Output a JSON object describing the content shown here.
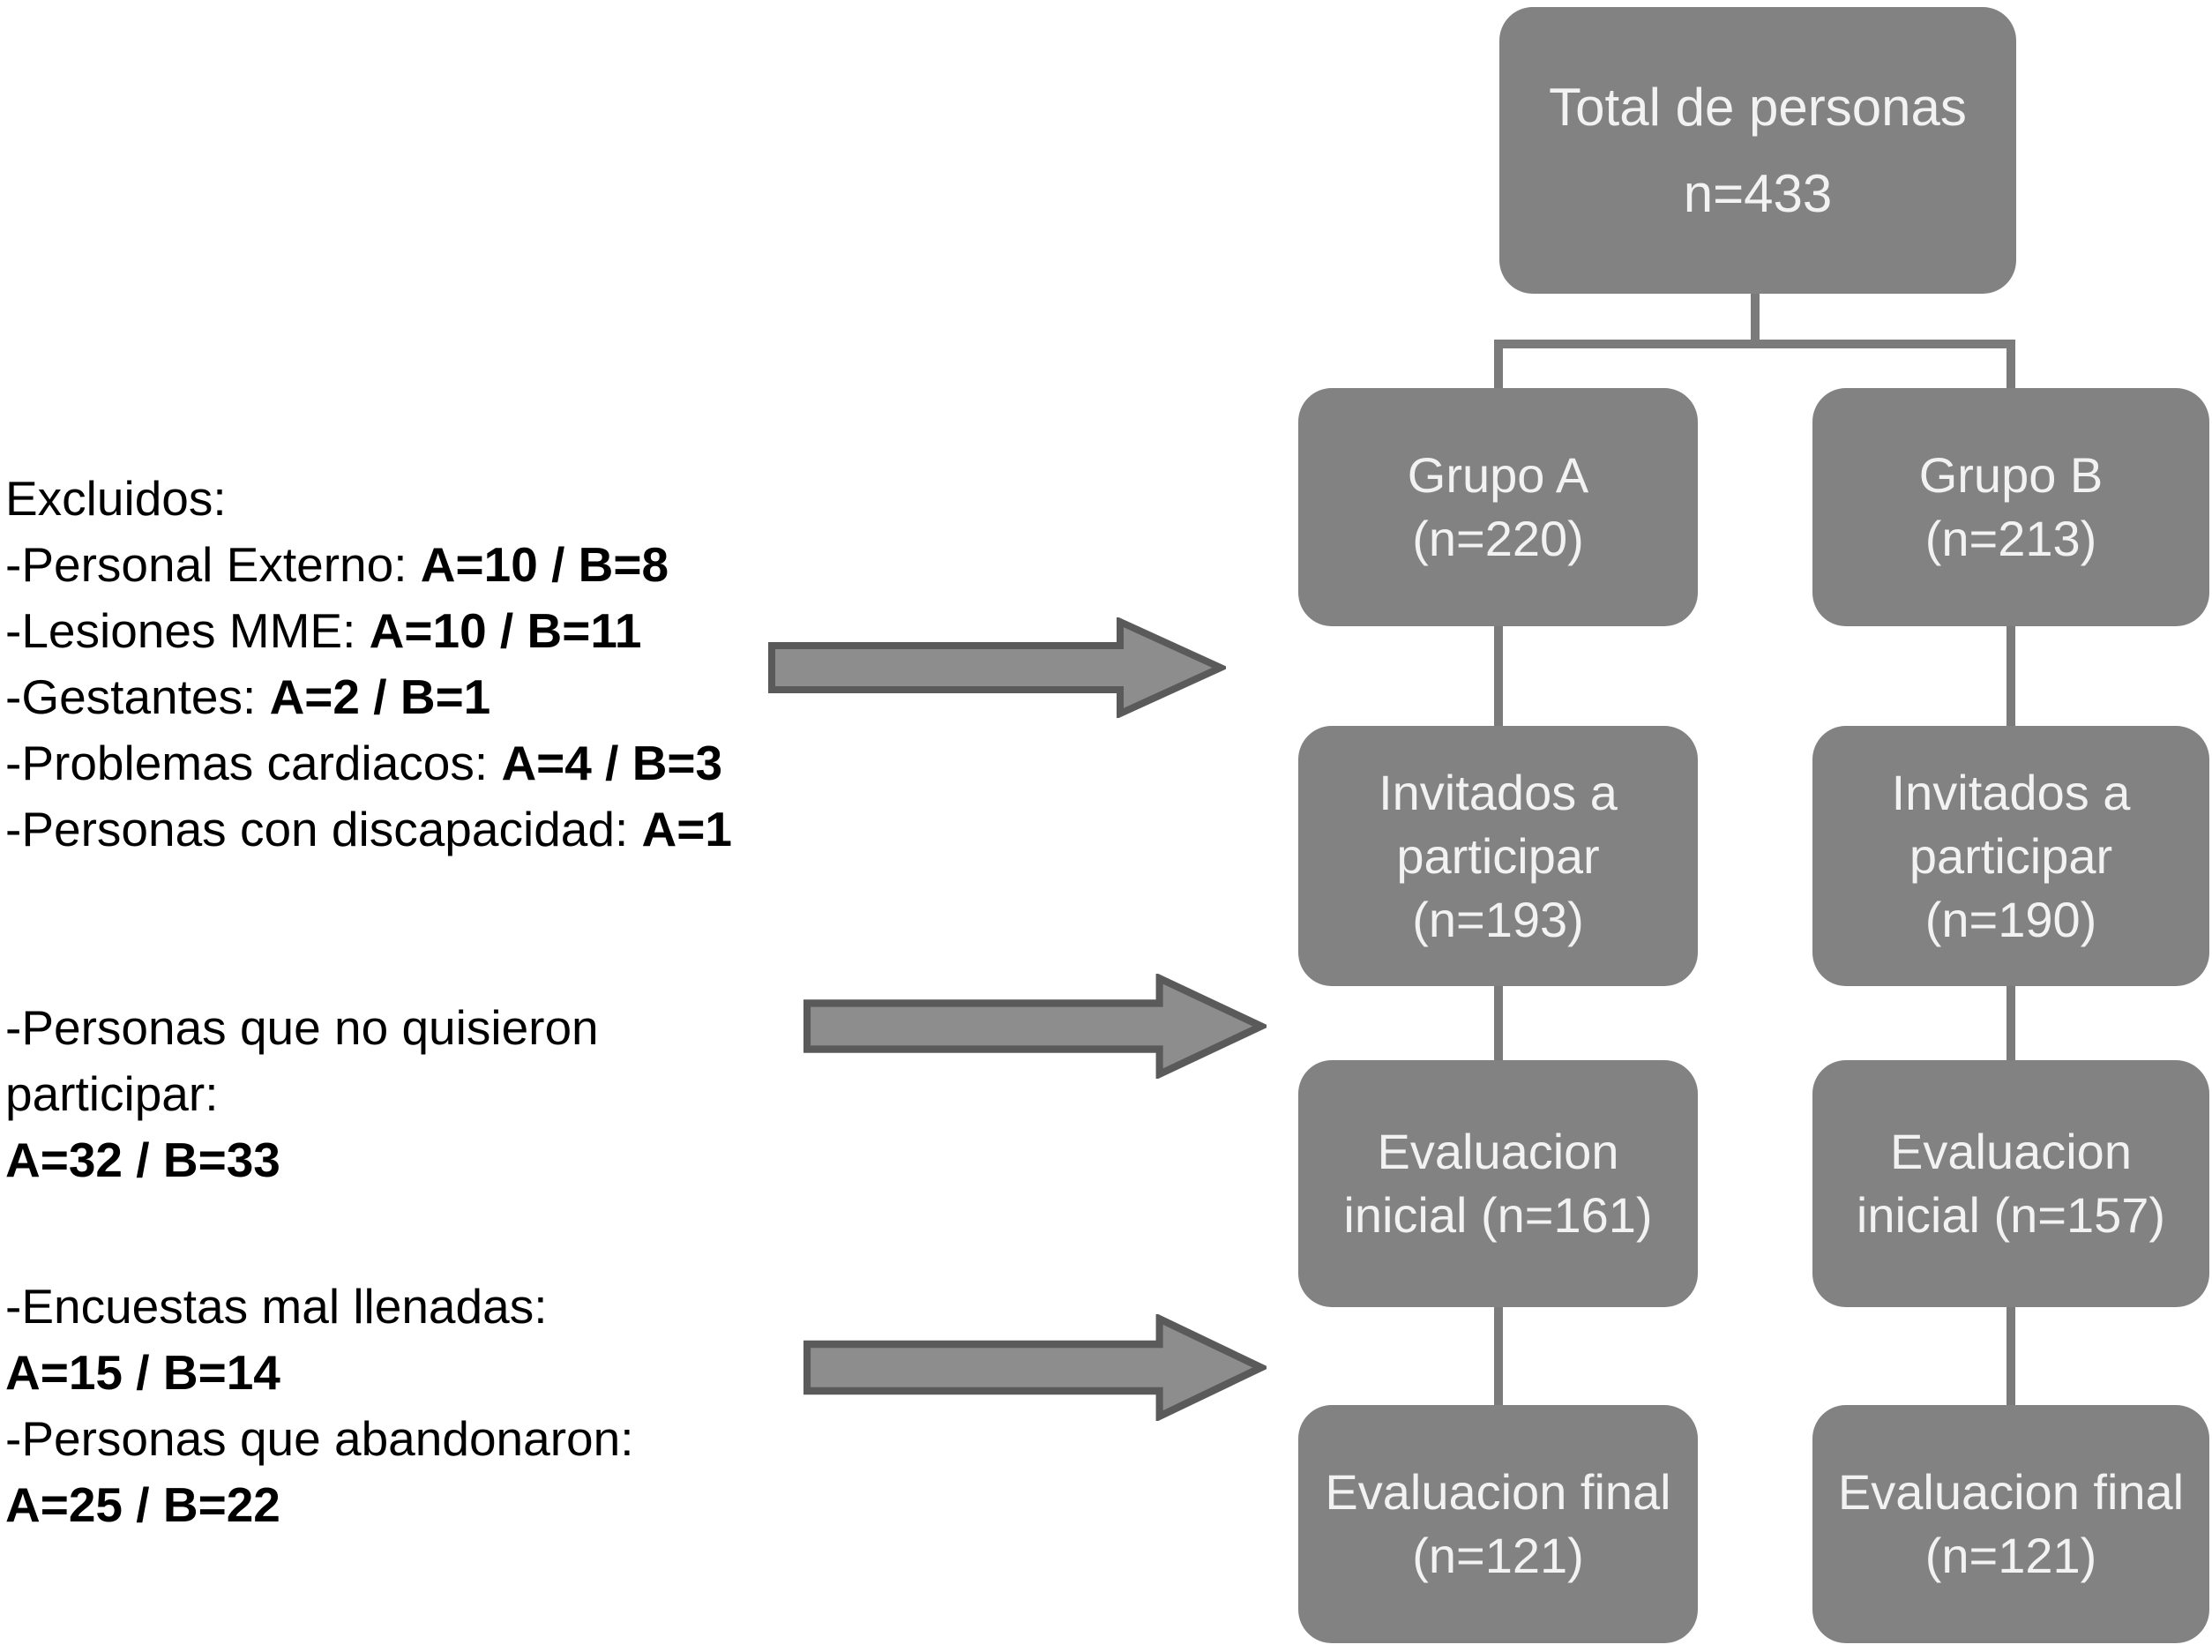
{
  "figure": {
    "background": "#ffffff",
    "box_fill": "#828282",
    "box_text_color": "#f2f2f2",
    "connector_color": "#7b7b7b",
    "arrow_fill": "#8d8d8d",
    "arrow_border": "#5a5a5a",
    "annotation_text_color": "#000000"
  },
  "annotations": {
    "excluded": {
      "lines": [
        {
          "label": "Excluidos:",
          "value": ""
        },
        {
          "label": "-Personal Externo: ",
          "value": "A=10 / B=8"
        },
        {
          "label": "-Lesiones MME: ",
          "value": "A=10 / B=11"
        },
        {
          "label": "-Gestantes: ",
          "value": "A=2 / B=1"
        },
        {
          "label": "-Problemas cardiacos: ",
          "value": "A=4 / B=3"
        },
        {
          "label": "-Personas con discapacidad: ",
          "value": "A=1"
        }
      ]
    },
    "declined": {
      "lines": [
        {
          "label": "-Personas que no quisieron",
          "value": ""
        },
        {
          "label": "participar:",
          "value": ""
        },
        {
          "label": "",
          "value": "A=32 / B=33"
        }
      ]
    },
    "dropout": {
      "lines": [
        {
          "label": "-Encuestas mal llenadas:",
          "value": ""
        },
        {
          "label": "",
          "value": "A=15 / B=14"
        },
        {
          "label": "-Personas que abandonaron:",
          "value": ""
        },
        {
          "label": "",
          "value": "A=25 / B=22"
        }
      ]
    }
  },
  "flow": {
    "total": [
      "Total de personas",
      "n=433"
    ],
    "group_a": {
      "group": [
        "Grupo A",
        "(n=220)"
      ],
      "invited": [
        "Invitados a",
        "participar",
        "(n=193)"
      ],
      "initial": [
        "Evaluacion",
        "inicial (n=161)"
      ],
      "final": [
        "Evaluacion final",
        "(n=121)"
      ]
    },
    "group_b": {
      "group": [
        "Grupo B",
        "(n=213)"
      ],
      "invited": [
        "Invitados a",
        "participar",
        "(n=190)"
      ],
      "initial": [
        "Evaluacion",
        "inicial (n=157)"
      ],
      "final": [
        "Evaluacion final",
        "(n=121)"
      ]
    }
  }
}
